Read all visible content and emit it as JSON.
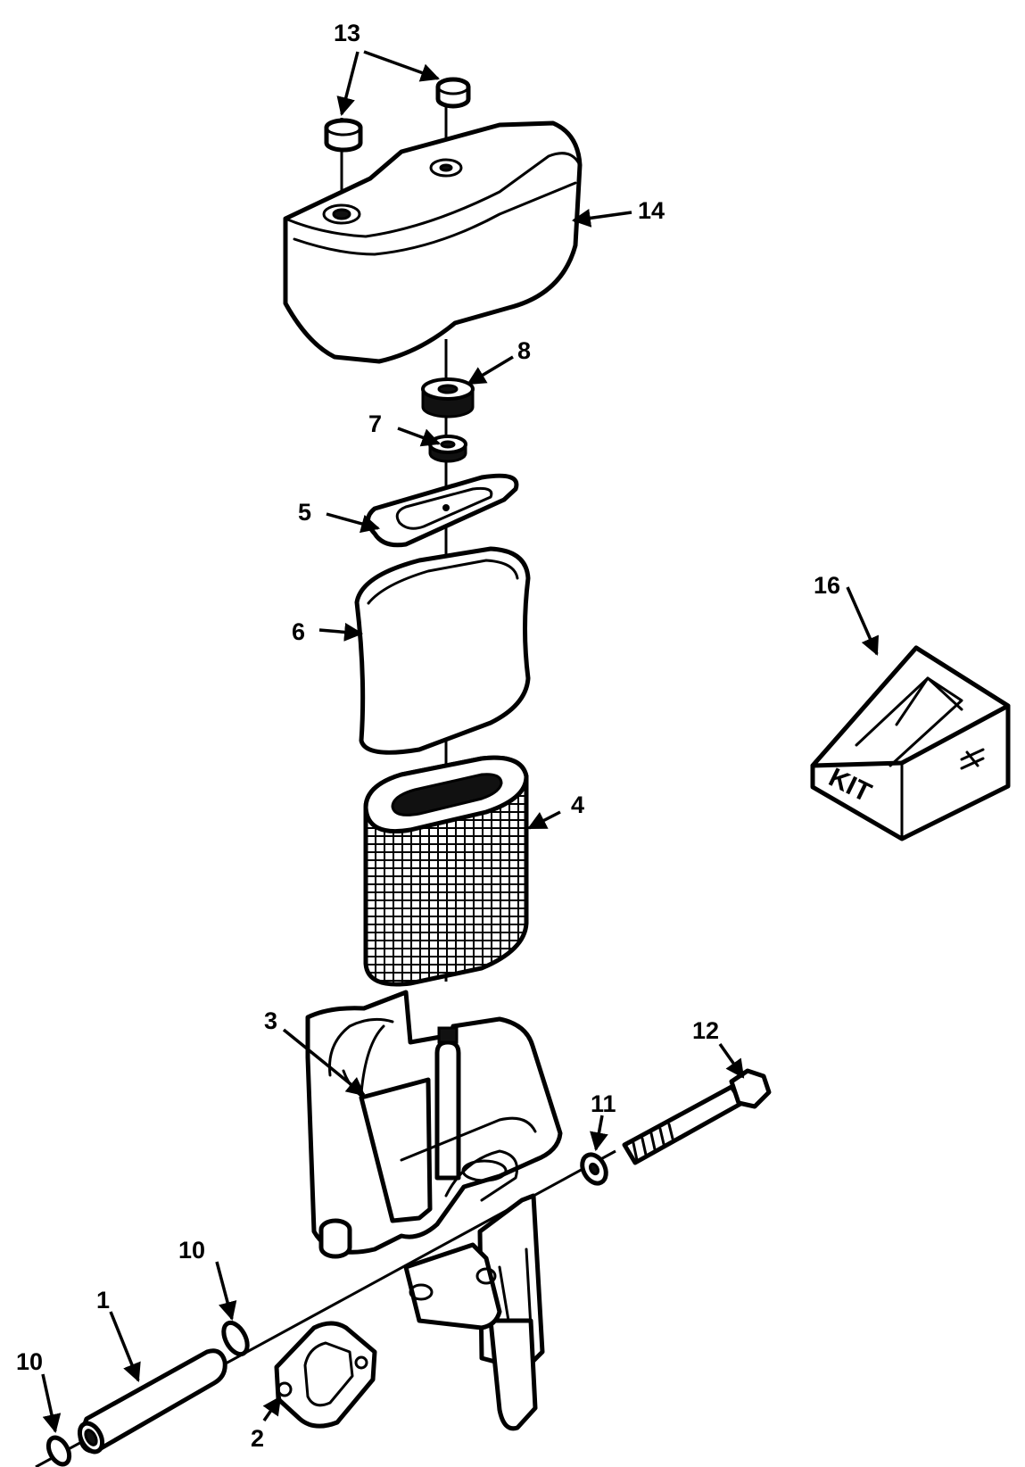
{
  "callouts": {
    "c1": "1",
    "c2": "2",
    "c3": "3",
    "c4": "4",
    "c5": "5",
    "c6": "6",
    "c7": "7",
    "c8": "8",
    "c10a": "10",
    "c10b": "10",
    "c11": "11",
    "c12": "12",
    "c13": "13",
    "c14": "14",
    "c16": "16"
  },
  "kit_label": "KIT",
  "colors": {
    "line": "#000000",
    "background": "#ffffff"
  }
}
